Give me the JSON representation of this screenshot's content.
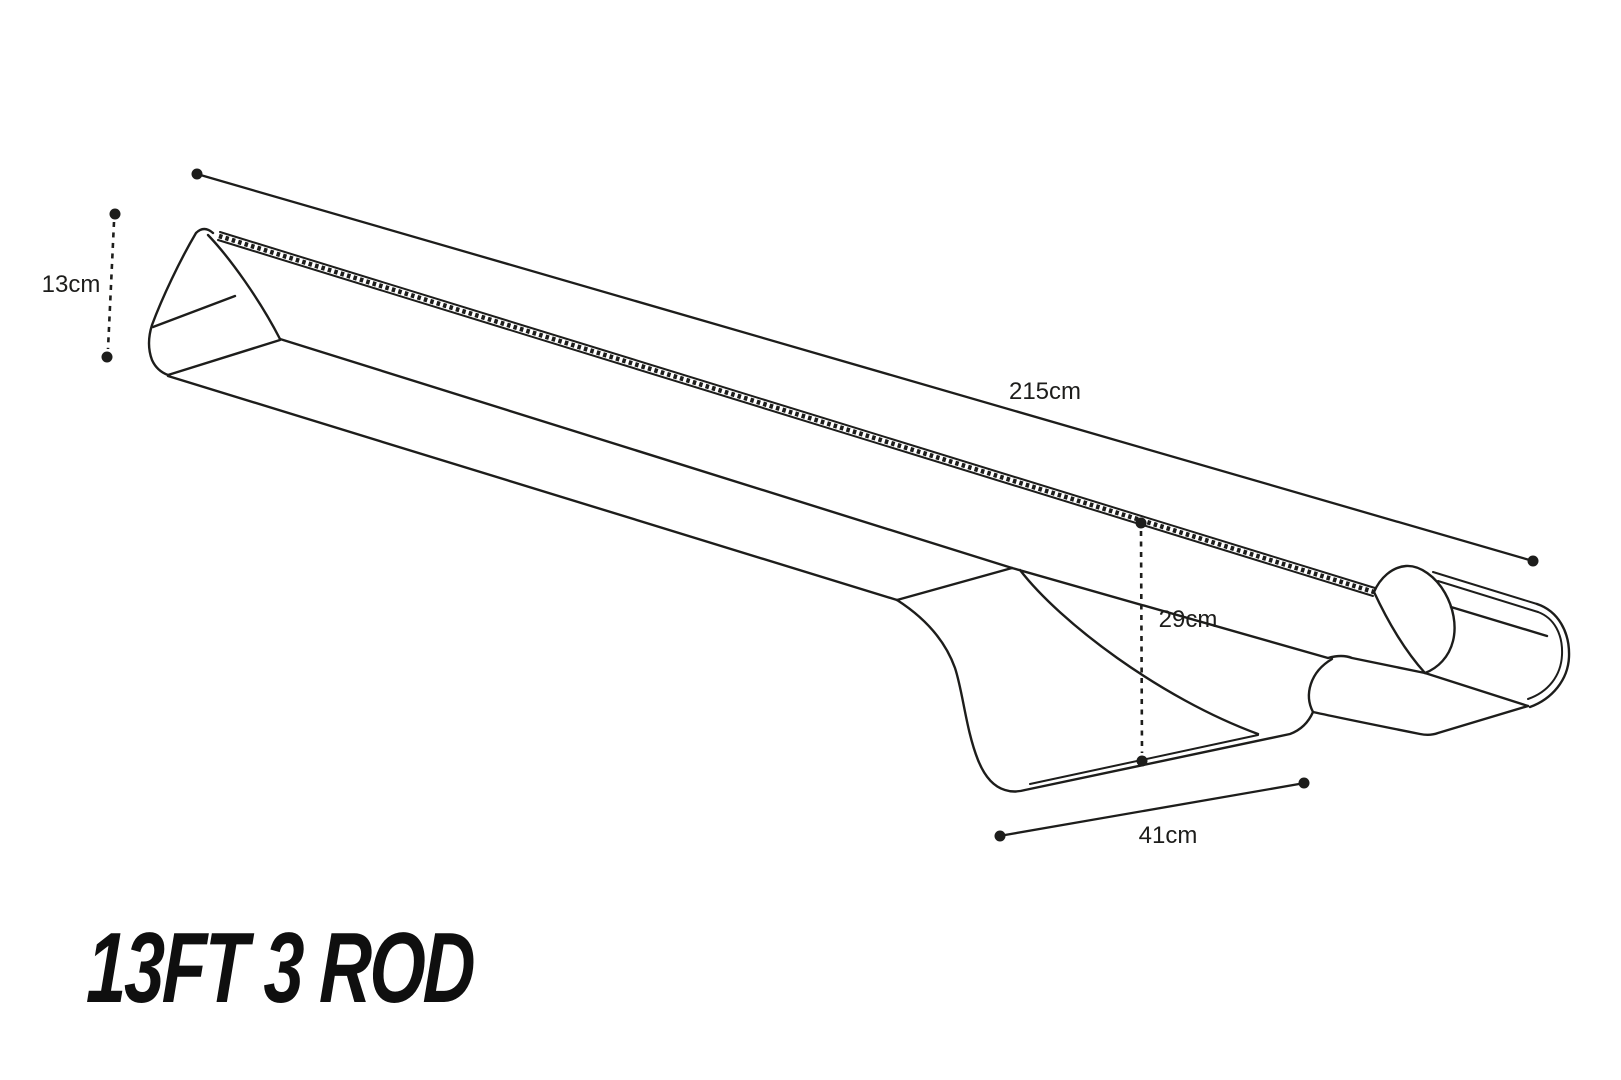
{
  "title": {
    "text": "13FT 3 ROD"
  },
  "drawing": {
    "subject_labels": {
      "height": "13cm",
      "length": "215cm",
      "depth": "29cm",
      "width": "41cm"
    },
    "colors": {
      "line": "#1d1d1b",
      "label_text": "#1d1d1b",
      "title_text": "#0f0f0f",
      "background": "#ffffff"
    }
  }
}
